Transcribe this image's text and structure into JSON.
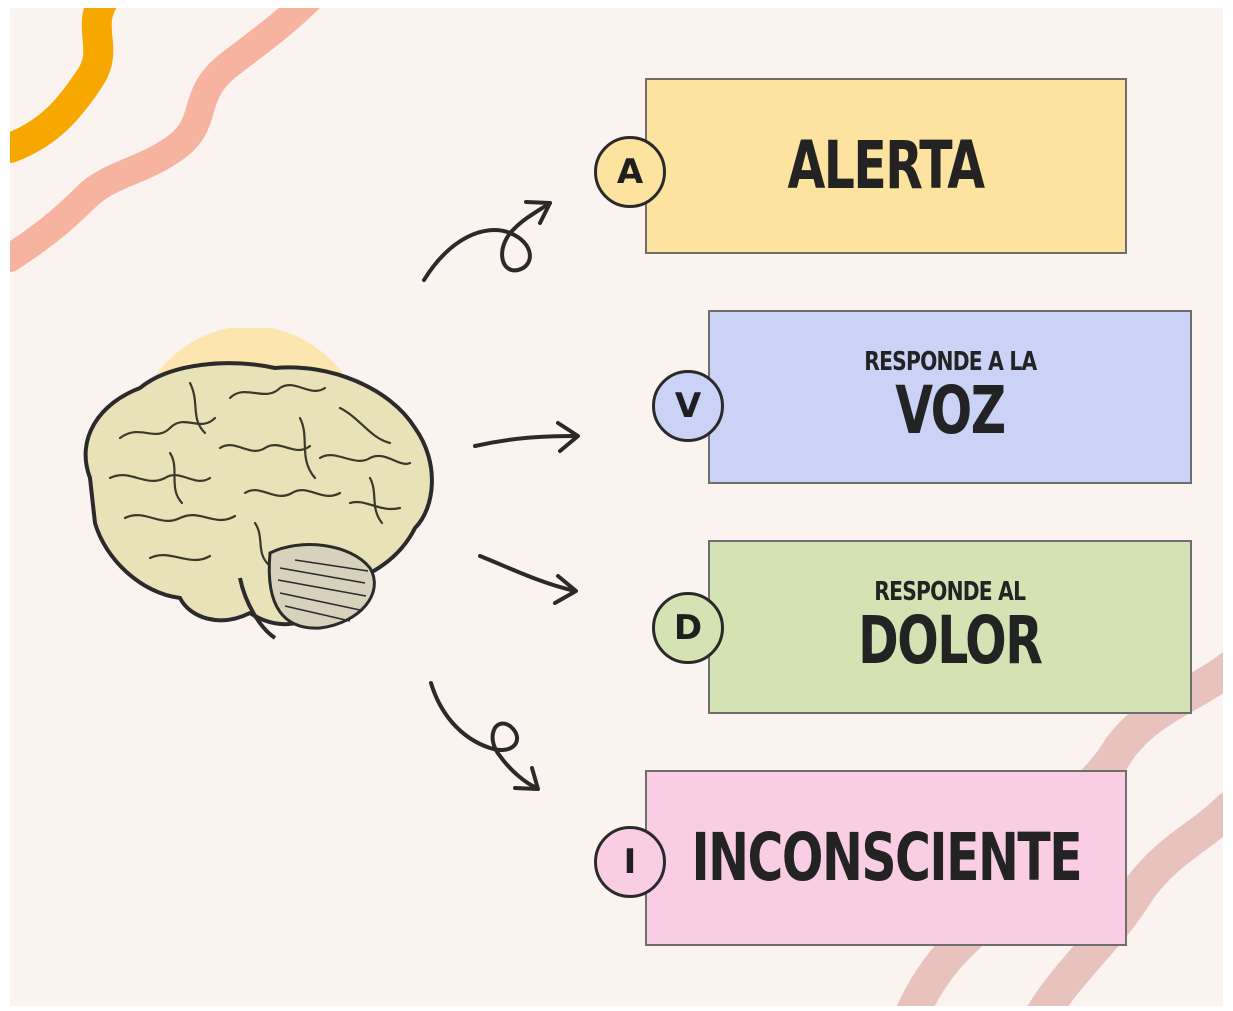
{
  "colors": {
    "background": "#fbf3ef",
    "orange_wave": "#f6a800",
    "peach_wave": "#f6b39f",
    "rose_wave": "#d99a96",
    "glow": "#fbe3a3",
    "alerta": "#fce39f",
    "voz": "#cad3f6",
    "dolor": "#d5e2b3",
    "inconsciente": "#f9cde4"
  },
  "items": [
    {
      "letter": "A",
      "subtitle": "",
      "title": "ALERTA",
      "color_key": "alerta"
    },
    {
      "letter": "V",
      "subtitle": "RESPONDE A LA",
      "title": "VOZ",
      "color_key": "voz"
    },
    {
      "letter": "D",
      "subtitle": "RESPONDE AL",
      "title": "DOLOR",
      "color_key": "dolor"
    },
    {
      "letter": "I",
      "subtitle": "",
      "title": "INCONSCIENTE",
      "color_key": "inconsciente"
    }
  ],
  "illustration": {
    "icon": "brain-icon"
  }
}
